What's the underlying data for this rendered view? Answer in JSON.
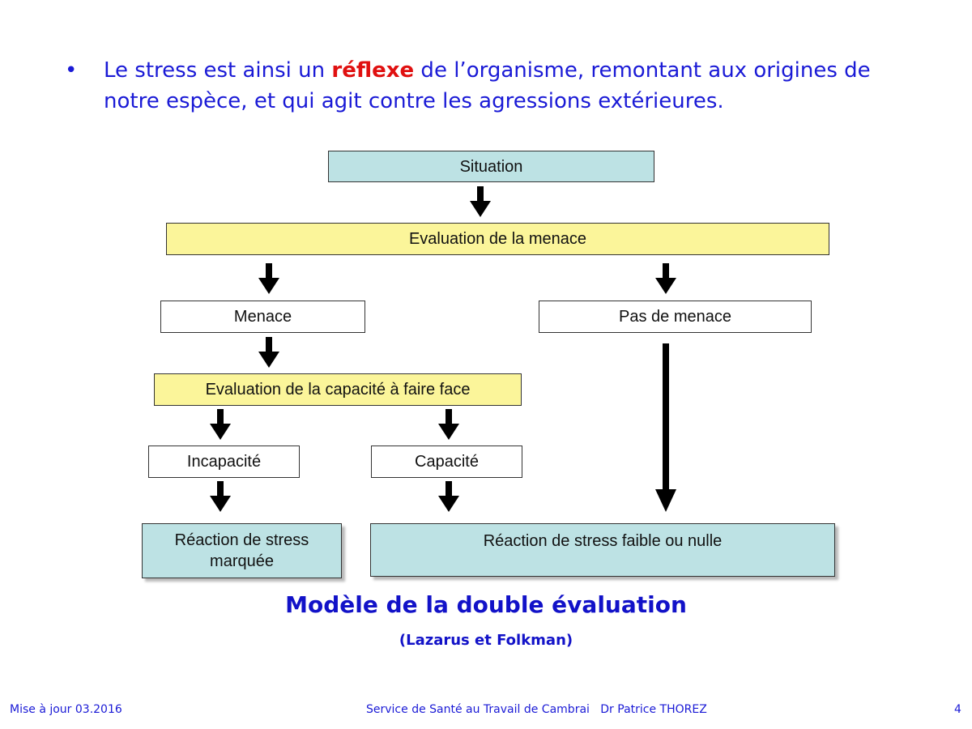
{
  "bullet": {
    "marker": "•",
    "text_before": "Le stress est ainsi un ",
    "highlight": "réflexe",
    "text_after": " de l’organisme, remontant aux origines de notre espèce, et qui agit contre les agressions extérieures."
  },
  "diagram": {
    "situation": "Situation",
    "evaluation_menace": "Evaluation de la menace",
    "menace": "Menace",
    "pas_de_menace": "Pas de menace",
    "evaluation_capacite": "Evaluation de la capacité à faire face",
    "incapacite": "Incapacité",
    "capacite": "Capacité",
    "reaction_marquee": "Réaction de stress marquée",
    "reaction_faible": "Réaction de stress faible ou nulle"
  },
  "caption": {
    "title": "Modèle de la double évaluation",
    "subtitle": "(Lazarus et Folkman)"
  },
  "footer": {
    "left": "Mise à jour 03.2016",
    "center": "Service de Santé au Travail de Cambrai   Dr Patrice THOREZ",
    "page": "4"
  },
  "colors": {
    "teal_box": "#bde2e4",
    "yellow_box": "#fbf59a",
    "text_blue": "#1a1ad6",
    "highlight_red": "#e01010"
  }
}
